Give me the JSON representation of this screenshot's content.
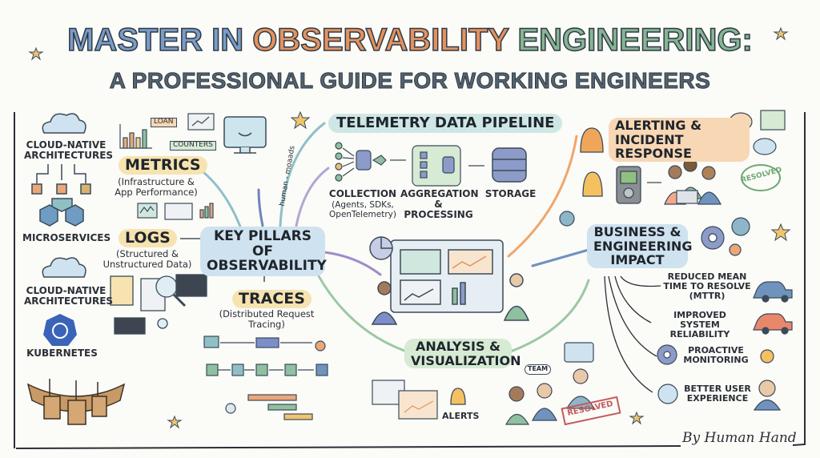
{
  "title": {
    "line1_part1": "MASTER IN ",
    "line1_part2": "OBSERVABILITY",
    "line1_part3": " ENGINEERING:",
    "line2": "A PROFESSIONAL GUIDE FOR WORKING ENGINEERS"
  },
  "colors": {
    "blue": "#6f93bd",
    "orange": "#e4925e",
    "green": "#7fae8c",
    "teal_bg": "#cfe7e4",
    "blue_bg": "#cfe2ef",
    "yellow_bg": "#f7e3b0",
    "orange_bg": "#f8d7b5",
    "green_bg": "#d6ead4"
  },
  "left_column": [
    "CLOUD-NATIVE ARCHITECTURES",
    "MICROSERVICES",
    "CLOUD-NATIVE ARCHITECTURES",
    "KUBERNETES"
  ],
  "pillars": {
    "center": "KEY PILLARS OF OBSERVABILITY",
    "metrics": {
      "label": "METRICS",
      "sub": "(Infrastructure & App Performance)",
      "tags": [
        "LOAN",
        "COUNTERS"
      ]
    },
    "logs": {
      "label": "LOGS",
      "sub": "(Structured & Unstructured Data)"
    },
    "traces": {
      "label": "TRACES",
      "sub": "(Distributed Request Tracing)"
    },
    "side_note": "human - moaads"
  },
  "pipeline": {
    "title": "TELEMETRY DATA PIPELINE",
    "stages": [
      {
        "label": "COLLECTION",
        "sub": "(Agents, SDKs, OpenTelemetry)"
      },
      {
        "label": "AGGREGATION & PROCESSING",
        "sub": ""
      },
      {
        "label": "STORAGE",
        "sub": ""
      }
    ]
  },
  "alerting": {
    "title": "ALERTING & INCIDENT RESPONSE",
    "stamp": "RESOLVED"
  },
  "analysis": {
    "title": "ANALYSIS & VISUALIZATION",
    "alerts_label": "ALERTS",
    "team_label": "TEAM",
    "stamp": "RESOLVED"
  },
  "impact": {
    "title": "BUSINESS & ENGINEERING IMPACT",
    "items": [
      "REDUCED MEAN TIME TO RESOLVE (MTTR)",
      "IMPROVED SYSTEM RELIABILITY",
      "PROACTIVE MONITORING",
      "BETTER USER EXPERIENCE"
    ]
  },
  "signature": "By Human Hand"
}
